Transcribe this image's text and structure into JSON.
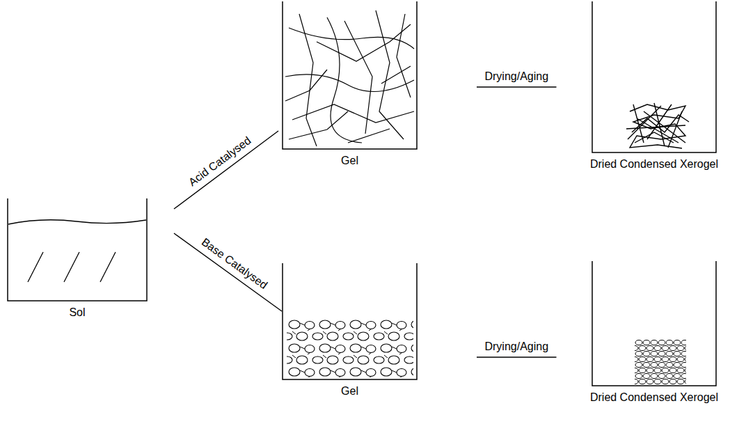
{
  "diagram": {
    "nodes": [
      {
        "text": [
          "Sol"
        ]
      },
      {
        "text": [
          "Gel"
        ]
      },
      {
        "text": [
          "Dried Condensed Xerogel"
        ]
      },
      {
        "text": [
          "Gel"
        ]
      },
      {
        "text": [
          "Dried Condensed Xerogel"
        ]
      }
    ],
    "edges": [
      {
        "from": 0,
        "to": 1,
        "label": "Acid Catalysed",
        "arrow": "none"
      },
      {
        "from": 0,
        "to": 3,
        "label": "Base Catalysed",
        "arrow": "none"
      },
      {
        "from": 1,
        "to": 2,
        "label": "Drying/Aging",
        "arrow": "none"
      },
      {
        "from": 3,
        "to": 4,
        "label": "Drying/Aging",
        "arrow": "none"
      }
    ]
  }
}
